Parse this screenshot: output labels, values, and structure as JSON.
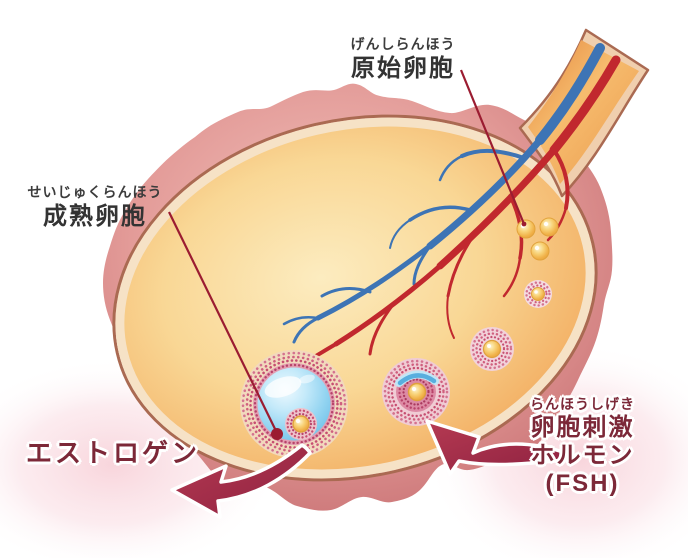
{
  "labels": {
    "primordial": {
      "furigana": "げんしらんほう",
      "text": "原始卵胞"
    },
    "mature": {
      "furigana": "せいじゅくらんほう",
      "text": "成熟卵胞"
    },
    "estrogen": {
      "text": "エストロゲン"
    },
    "fsh": {
      "furigana": "らんほうしげき",
      "line1": "卵胞刺激",
      "line2": "ホルモン",
      "line3": "(FSH)"
    }
  },
  "icons": {
    "estrogen_arrow": "curved-arrow-pointing-down-left",
    "fsh_arrow": "curved-arrow-pointing-up-left",
    "primordial_pointer": "thin-line-pointer",
    "mature_pointer": "thin-line-pointer-with-dot"
  },
  "colors": {
    "background": "#ffffff",
    "cortex_pink_light": "#f2c3bd",
    "cortex_pink_dark": "#c56b6e",
    "brown_line": "#aa6a52",
    "cream_band": "#f6e2c6",
    "medulla_orange_light": "#fcecc0",
    "medulla_orange_dark": "#efa254",
    "vein_blue": "#3d74b5",
    "artery_red": "#c1282e",
    "follicle_fluid_blue": "#8fd2f0",
    "granulosa_pink": "#cf5f7e",
    "oocyte_yellow": "#f5c967",
    "pointer_line": "#9b1c31",
    "arrow_fill": "#a02c47",
    "label_dark": "#3c3c3c",
    "label_maroon": "#7c2838",
    "glow_pink": "#f8d3da"
  }
}
